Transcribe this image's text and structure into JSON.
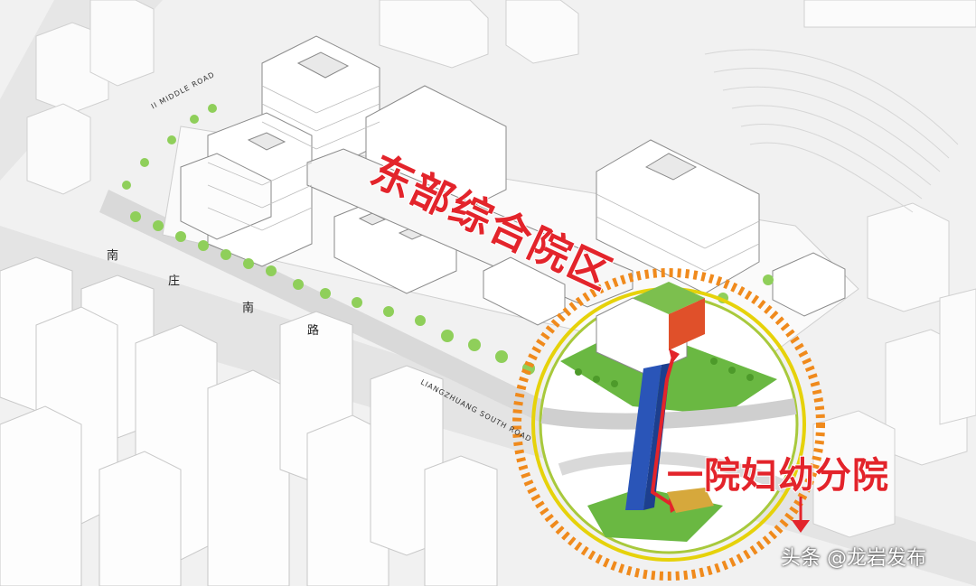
{
  "labels": {
    "east_campus": "东部综合院区",
    "branch": "一院妇幼分院"
  },
  "roads": {
    "middle_road": "II MIDDLE ROAD",
    "south_road": "LIANGZHUANG SOUTH ROAD",
    "south_road_cn": [
      "南",
      "庄",
      "南",
      "路"
    ]
  },
  "watermark": "头条 @龙岩发布",
  "colors": {
    "accent_red": "#e3242b",
    "park_green": "#6ab842",
    "ring_orange": "#f08a1c",
    "ring_yellow": "#e6d20a",
    "ring_lime": "#a8c93c",
    "bridge_blue": "#2a55b8"
  }
}
